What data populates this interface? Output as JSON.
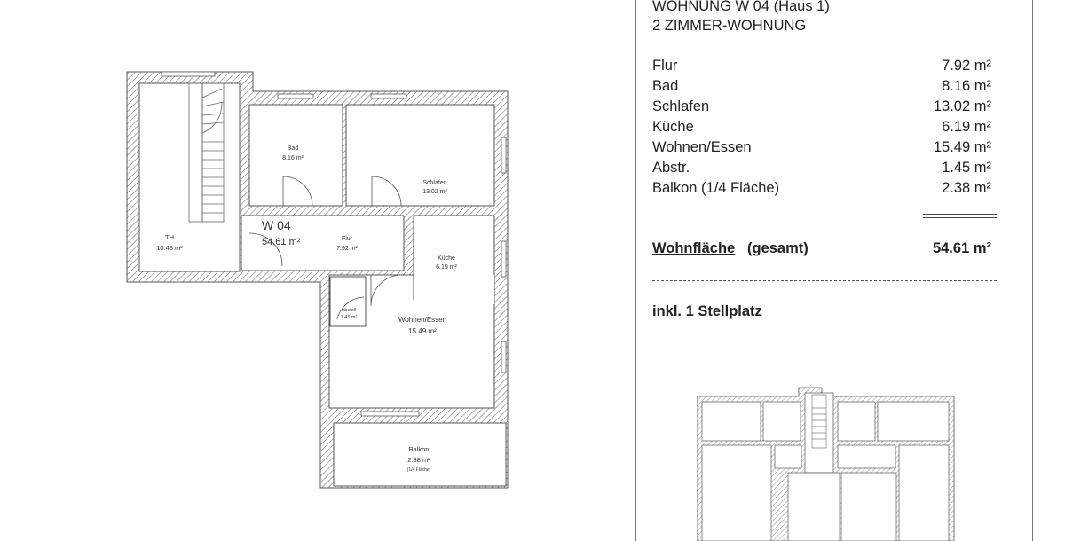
{
  "plan": {
    "unit_label": "W 04",
    "unit_area": "54.61 m²",
    "rooms": [
      {
        "name": "TH",
        "area": "10.48 m²"
      },
      {
        "name": "Bad",
        "area": "8.16 m²"
      },
      {
        "name": "Schlafen",
        "area": "13.02 m²"
      },
      {
        "name": "Flur",
        "area": "7.92 m²"
      },
      {
        "name": "Küche",
        "area": "6.19 m²"
      },
      {
        "name": "Abstell",
        "area": "1.45 m²"
      },
      {
        "name": "Wohnen/Essen",
        "area": "15.49 m²"
      },
      {
        "name": "Balkon",
        "area": "2.38 m²",
        "note": "(1/4 Fläche)"
      }
    ]
  },
  "summary": {
    "title": "WOHNUNG  W 04 (Haus 1)",
    "subtitle": "2 ZIMMER-WOHNUNG",
    "items": [
      {
        "label": "Flur",
        "value": "7.92 m²"
      },
      {
        "label": "Bad",
        "value": "8.16 m²"
      },
      {
        "label": "Schlafen",
        "value": "13.02 m²"
      },
      {
        "label": "Küche",
        "value": "6.19 m²"
      },
      {
        "label": "Wohnen/Essen",
        "value": "15.49 m²"
      },
      {
        "label": "Abstr.",
        "value": "1.45 m²"
      },
      {
        "label": "Balkon (1/4 Fläche)",
        "value": "2.38 m²"
      }
    ],
    "total_label": "Wohnfläche",
    "total_qualifier": "(gesamt)",
    "total_value": "54.61 m²",
    "parking": "inkl. 1 Stellplatz"
  }
}
